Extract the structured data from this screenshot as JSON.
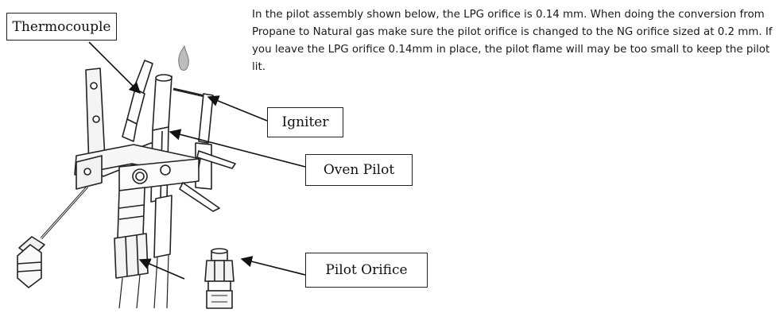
{
  "note": {
    "text": "In the pilot assembly shown below, the LPG orifice is 0.14 mm. When doing the conversion from Propane to Natural gas make sure the pilot orifice is changed to the NG orifice sized at 0.2 mm. If you leave the LPG orifice 0.14mm in place, the pilot flame will may be too small to keep the pilot lit."
  },
  "labels": {
    "thermocouple": "Thermocouple",
    "igniter": "Igniter",
    "oven_pilot": "Oven Pilot",
    "pilot_orifice": "Pilot Orifice"
  }
}
